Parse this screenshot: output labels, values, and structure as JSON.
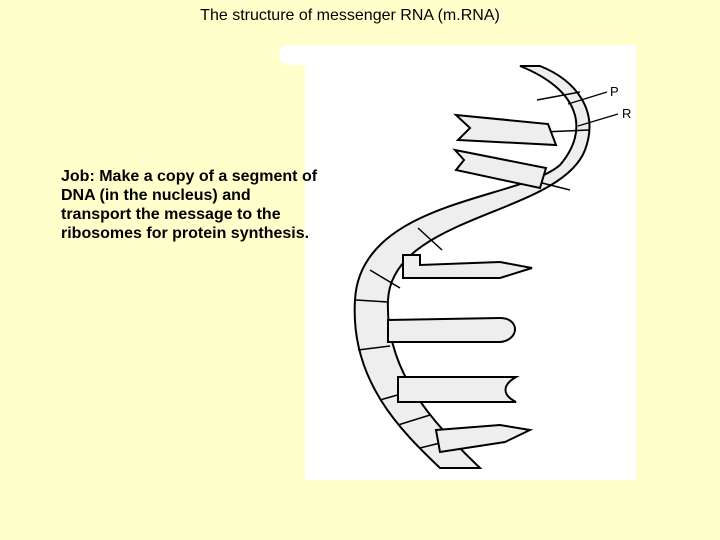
{
  "title": "The structure of messenger RNA (m.RNA)",
  "body_text": "Job:  Make a copy of a segment of DNA (in the nucleus) and transport the message to the ribosomes for protein synthesis.",
  "diagram": {
    "labels": {
      "phosphate": "P",
      "ribose": "R"
    }
  },
  "colors": {
    "background": "#ffffcc",
    "panel": "#ffffff",
    "strand_fill": "#eeeeee",
    "outline": "#000000"
  }
}
